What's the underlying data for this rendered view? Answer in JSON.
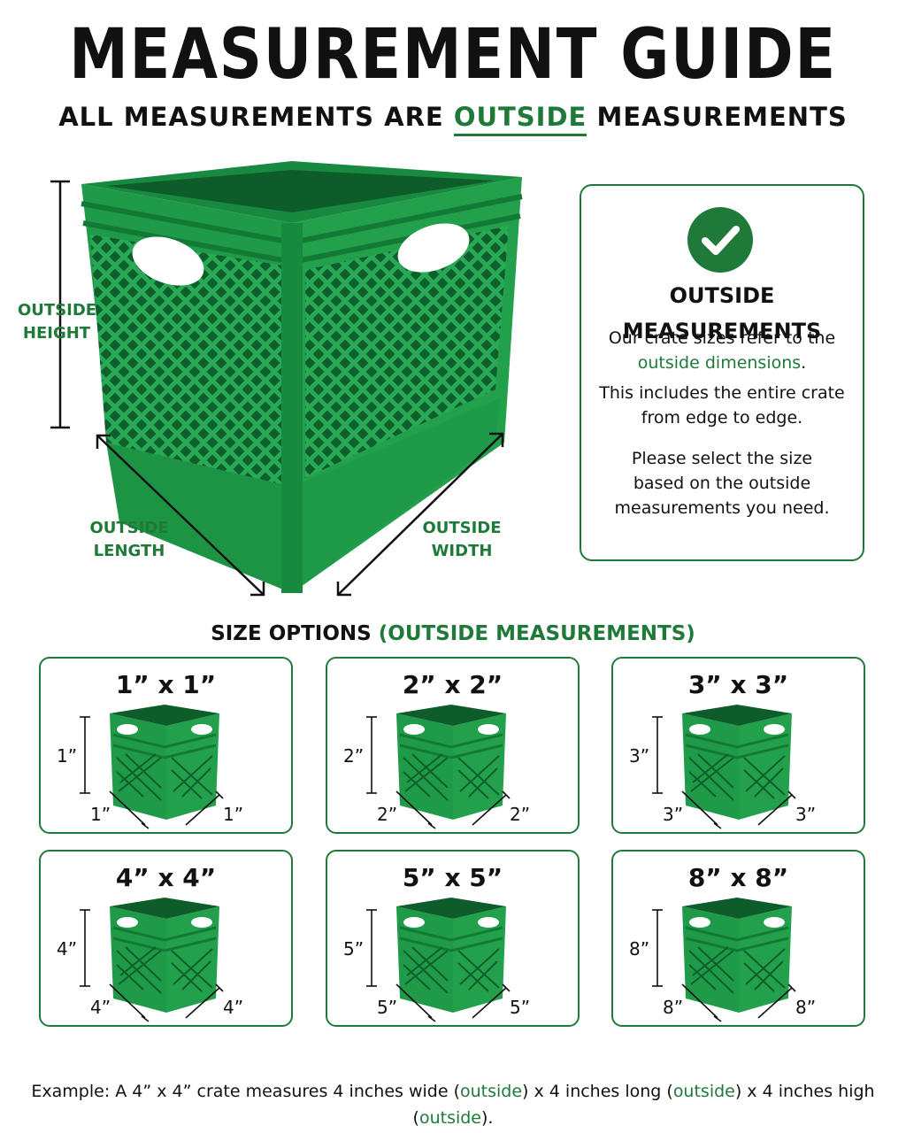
{
  "header": {
    "title": "MEASUREMENT GUIDE",
    "subtitle_pre": "ALL MEASUREMENTS ARE ",
    "subtitle_highlight": "OUTSIDE",
    "subtitle_post": " MEASUREMENTS"
  },
  "hero": {
    "height_label_1": "OUTSIDE",
    "height_label_2": "HEIGHT",
    "length_label_1": "OUTSIDE",
    "length_label_2": "LENGTH",
    "width_label_1": "OUTSIDE",
    "width_label_2": "WIDTH"
  },
  "info": {
    "icon": "check-circle-icon",
    "heading": "OUTSIDE MEASUREMENTS",
    "p1_pre": "Our crate sizes refer to the",
    "p1_hl": "outside dimensions",
    "p1_post": ".",
    "p2_line1": "This includes the entire crate",
    "p2_line2": "from edge to edge.",
    "p3_line1": "Please select the size",
    "p3_line2": "based on the outside",
    "p3_line3": "measurements you need."
  },
  "sizes": {
    "heading": "SIZE OPTIONS",
    "heading_hl": "(OUTSIDE MEASUREMENTS)",
    "options": [
      {
        "title": "1” x 1”",
        "h": "1”",
        "l": "1”",
        "w": "1”"
      },
      {
        "title": "2” x 2”",
        "h": "2”",
        "l": "2”",
        "w": "2”"
      },
      {
        "title": "3” x 3”",
        "h": "3”",
        "l": "3”",
        "w": "3”"
      },
      {
        "title": "4” x 4”",
        "h": "4”",
        "l": "4”",
        "w": "4”"
      },
      {
        "title": "5” x 5”",
        "h": "5”",
        "l": "5”",
        "w": "5”"
      },
      {
        "title": "8” x 8”",
        "h": "8”",
        "l": "8”",
        "w": "8”"
      }
    ]
  },
  "footer": {
    "t1": "Example: A 4” x 4” crate measures 4 inches wide (",
    "hl1": "outside",
    "t2": ") x 4 inches long (",
    "hl2": "outside",
    "t3": ") x 4 inches high (",
    "hl3": "outside",
    "t4": ")."
  },
  "colors": {
    "brand_green": "#1f7a3a",
    "crate_green": "#1f9a48",
    "crate_dark": "#157a36"
  }
}
